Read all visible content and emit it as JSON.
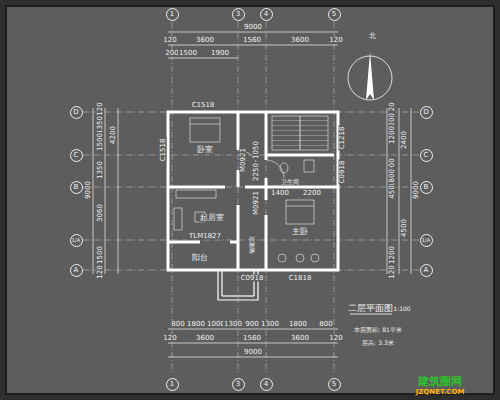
{
  "diagram": {
    "title": "二层平面图",
    "nodes": [
      {
        "text": [
          "1"
        ]
      },
      {
        "text": [
          "3"
        ]
      },
      {
        "text": [
          "4"
        ]
      },
      {
        "text": [
          "5"
        ]
      },
      {
        "text": [
          "1"
        ]
      },
      {
        "text": [
          "3"
        ]
      },
      {
        "text": [
          "4"
        ]
      },
      {
        "text": [
          "5"
        ]
      },
      {
        "text": [
          "D"
        ]
      },
      {
        "text": [
          "C"
        ]
      },
      {
        "text": [
          "B"
        ]
      },
      {
        "text": [
          "1/A"
        ]
      },
      {
        "text": [
          "A"
        ]
      },
      {
        "text": [
          "D"
        ]
      },
      {
        "text": [
          "C"
        ]
      },
      {
        "text": [
          "B"
        ]
      },
      {
        "text": [
          "1/A"
        ]
      },
      {
        "text": [
          "A"
        ]
      }
    ],
    "labels": [
      "9000",
      "120",
      "3600",
      "1560",
      "3600",
      "120",
      "200",
      "1500",
      "1900",
      "C1518",
      "卧室",
      "C1518",
      "C1218",
      "C0918",
      "卫生间",
      "M0921",
      "1050",
      "2250",
      "1400",
      "2200",
      "M0921",
      "起居室",
      "TLM1827",
      "阳台",
      "主卧",
      "储藏室",
      "C0918",
      "C1818",
      "120",
      "1350",
      "1500",
      "1350",
      "3060",
      "1500",
      "120",
      "4200",
      "9000",
      "120",
      "1200",
      "1200",
      "2400",
      "900",
      "1800",
      "450",
      "4500",
      "1200",
      "120",
      "9000",
      "800",
      "1800",
      "1000",
      "1300",
      "900",
      "1300",
      "1800",
      "800",
      "120",
      "3600",
      "1560",
      "3600",
      "120",
      "9000",
      "1:100",
      "本层面积: 81平米",
      "层高: 3.3米",
      "北",
      "建筑圈网",
      "JZQNET.COM"
    ]
  }
}
